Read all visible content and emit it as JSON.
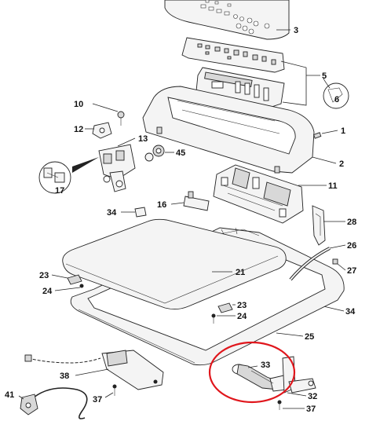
{
  "labels": {
    "p1": "1",
    "p2": "2",
    "p3": "3",
    "p5": "5",
    "p6": "6",
    "p10": "10",
    "p11": "11",
    "p12": "12",
    "p13": "13",
    "p16": "16",
    "p17": "17",
    "p21": "21",
    "p23a": "23",
    "p23b": "23",
    "p24a": "24",
    "p24b": "24",
    "p25": "25",
    "p26": "26",
    "p27": "27",
    "p28": "28",
    "p32": "32",
    "p33": "33",
    "p34a": "34",
    "p34b": "34",
    "p37a": "37",
    "p37b": "37",
    "p38": "38",
    "p41": "41",
    "p45": "45"
  },
  "colors": {
    "highlight": "#e0161c",
    "line": "#222222"
  }
}
